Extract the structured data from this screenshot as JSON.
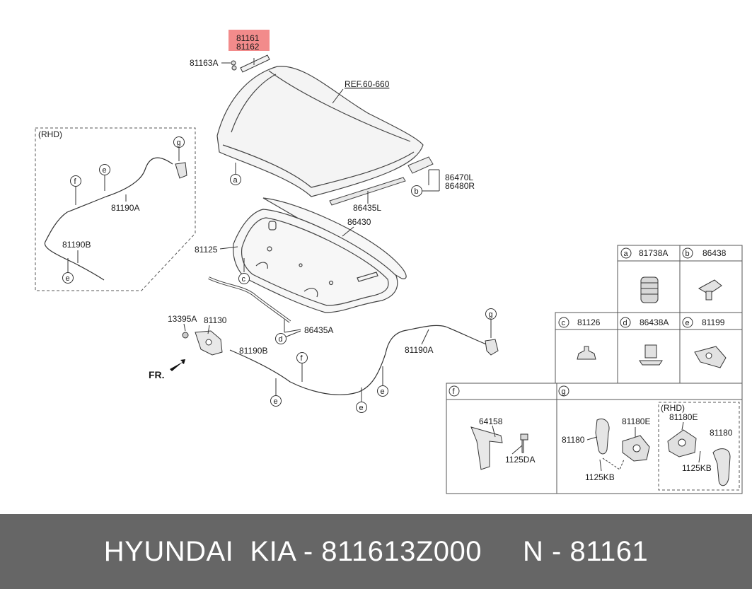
{
  "diagram": {
    "highlight_color": "#f28b8b",
    "parts": {
      "p81161": "81161",
      "p81162": "81162",
      "p81163A": "81163A",
      "ref": "REF.60-660",
      "rhd_left": "(RHD)",
      "p81190A_left": "81190A",
      "p81190B_left": "81190B",
      "p86470L": "86470L",
      "p86480R": "86480R",
      "p86435L": "86435L",
      "p86430": "86430",
      "p81125": "81125",
      "p86435A": "86435A",
      "p13395A": "13395A",
      "p81130": "81130",
      "p81190B_main": "81190B",
      "p81190A_main": "81190A",
      "fr": "FR."
    },
    "callouts": {
      "a": "a",
      "b": "b",
      "c": "c",
      "d": "d",
      "e": "e",
      "f": "f",
      "g": "g"
    },
    "table": {
      "a": {
        "letter": "a",
        "part": "81738A"
      },
      "b": {
        "letter": "b",
        "part": "86438"
      },
      "c": {
        "letter": "c",
        "part": "81126"
      },
      "d": {
        "letter": "d",
        "part": "86438A"
      },
      "e": {
        "letter": "e",
        "part": "81199"
      },
      "f": {
        "letter": "f",
        "parts": [
          "64158",
          "1125DA"
        ]
      },
      "g": {
        "letter": "g",
        "parts": [
          "81180",
          "81180E",
          "1125KB"
        ],
        "rhd_label": "(RHD)",
        "rhd_parts": [
          "81180E",
          "81180",
          "1125KB"
        ]
      }
    }
  },
  "footer": {
    "text": "HYUNDAI  KIA - 811613Z000     N - 81161",
    "background": "#666666"
  }
}
